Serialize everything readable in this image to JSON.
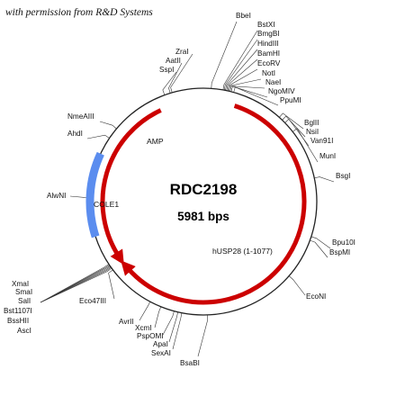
{
  "credit": "with permission from R&D Systems",
  "plasmid": {
    "name": "RDC2198",
    "size_label": "5981 bps",
    "total_bp": 5981
  },
  "colors": {
    "backbone": "#222222",
    "gene_arrow": "#cc0000",
    "ori_block": "#5b8def",
    "leader": "#333333"
  },
  "features": [
    {
      "name": "hUSP28 (1-1077)",
      "kind": "arrow",
      "color": "#cc0000",
      "start_deg": 18,
      "end_deg": 228,
      "direction": "cw"
    },
    {
      "name": "AMP",
      "kind": "arrow",
      "color": "#cc0000",
      "start_deg": 335,
      "end_deg": 238,
      "direction": "ccw"
    },
    {
      "name": "COLE1",
      "kind": "block",
      "color": "#5b8def",
      "start_deg": 252,
      "end_deg": 295
    }
  ],
  "sites": [
    {
      "name": "BbeI",
      "angle": 4
    },
    {
      "name": "BstXI",
      "angle": 10
    },
    {
      "name": "BmgBI",
      "angle": 10.6
    },
    {
      "name": "HindIII",
      "angle": 11.2
    },
    {
      "name": "BamHI",
      "angle": 11.8
    },
    {
      "name": "EcoRV",
      "angle": 12.4
    },
    {
      "name": "NotI",
      "angle": 13
    },
    {
      "name": "NaeI",
      "angle": 13.6
    },
    {
      "name": "NgoMIV",
      "angle": 14.2
    },
    {
      "name": "PpuMI",
      "angle": 15.5
    },
    {
      "name": "BglII",
      "angle": 42
    },
    {
      "name": "NsiI",
      "angle": 44
    },
    {
      "name": "Van91I",
      "angle": 46
    },
    {
      "name": "MunI",
      "angle": 52
    },
    {
      "name": "BsgI",
      "angle": 78
    },
    {
      "name": "Bpu10I",
      "angle": 108
    },
    {
      "name": "BspMI",
      "angle": 110
    },
    {
      "name": "EcoNI",
      "angle": 131
    },
    {
      "name": "BsaBI",
      "angle": 178
    },
    {
      "name": "SexAI",
      "angle": 191
    },
    {
      "name": "ApaI",
      "angle": 193
    },
    {
      "name": "PspOMI",
      "angle": 195
    },
    {
      "name": "XcmI",
      "angle": 202
    },
    {
      "name": "AvrII",
      "angle": 208
    },
    {
      "name": "Eco47III",
      "angle": 233
    },
    {
      "name": "AscI",
      "angle": 234
    },
    {
      "name": "BssHII",
      "angle": 234.5
    },
    {
      "name": "Bst1107I",
      "angle": 235
    },
    {
      "name": "SalI",
      "angle": 235.5
    },
    {
      "name": "SmaI",
      "angle": 236
    },
    {
      "name": "XmaI",
      "angle": 236.5
    },
    {
      "name": "AlwNI",
      "angle": 272
    },
    {
      "name": "AhdI",
      "angle": 304
    },
    {
      "name": "NmeAIII",
      "angle": 310
    },
    {
      "name": "SspI",
      "angle": 340
    },
    {
      "name": "AatII",
      "angle": 343
    },
    {
      "name": "ZraI",
      "angle": 344
    }
  ]
}
